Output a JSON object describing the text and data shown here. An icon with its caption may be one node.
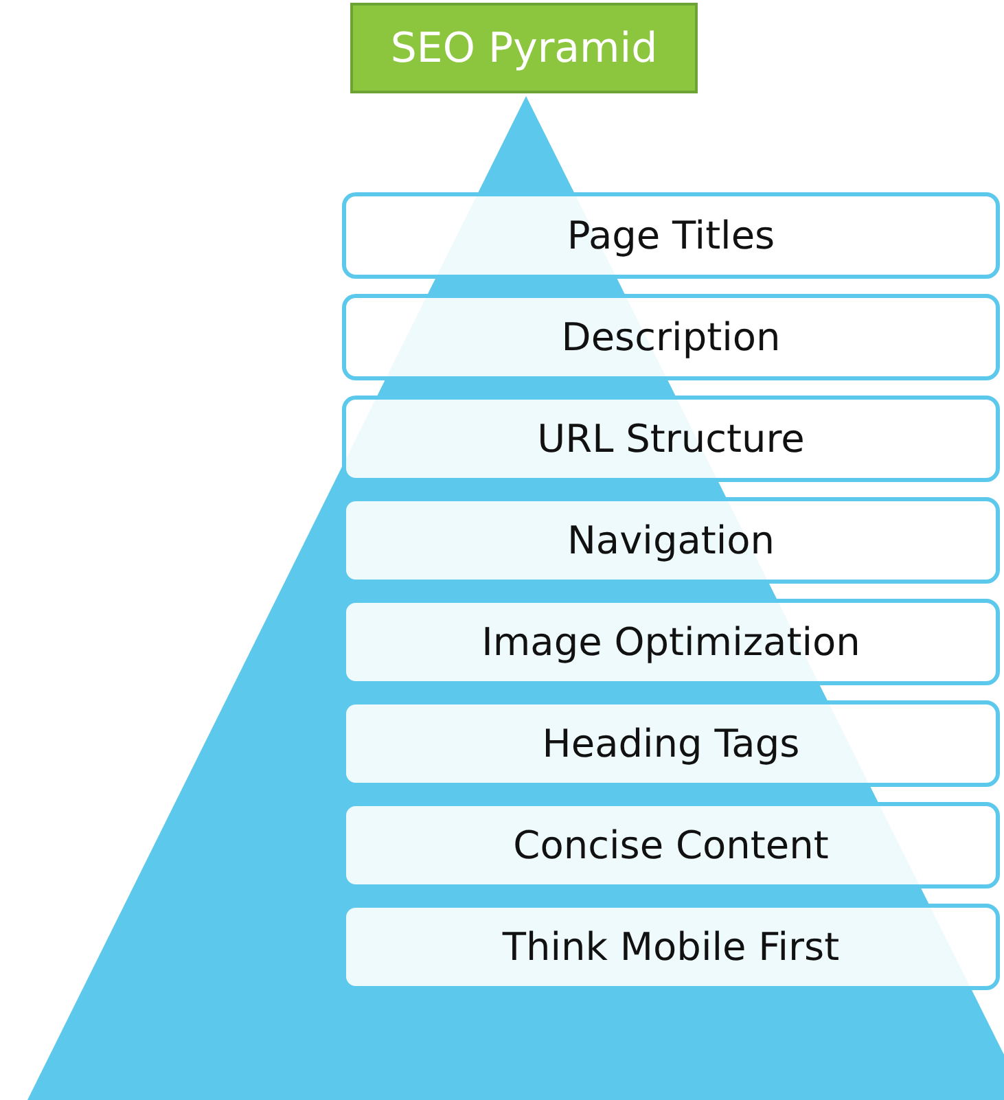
{
  "diagram": {
    "title": "SEO Pyramid",
    "nodes": [
      {
        "text": [
          "Page Titles"
        ]
      },
      {
        "text": [
          "Description"
        ]
      },
      {
        "text": [
          "URL Structure"
        ]
      },
      {
        "text": [
          "Navigation"
        ]
      },
      {
        "text": [
          "Image Optimization"
        ]
      },
      {
        "text": [
          "Heading Tags"
        ]
      },
      {
        "text": [
          "Concise Content"
        ]
      },
      {
        "text": [
          "Think Mobile First"
        ]
      }
    ]
  }
}
